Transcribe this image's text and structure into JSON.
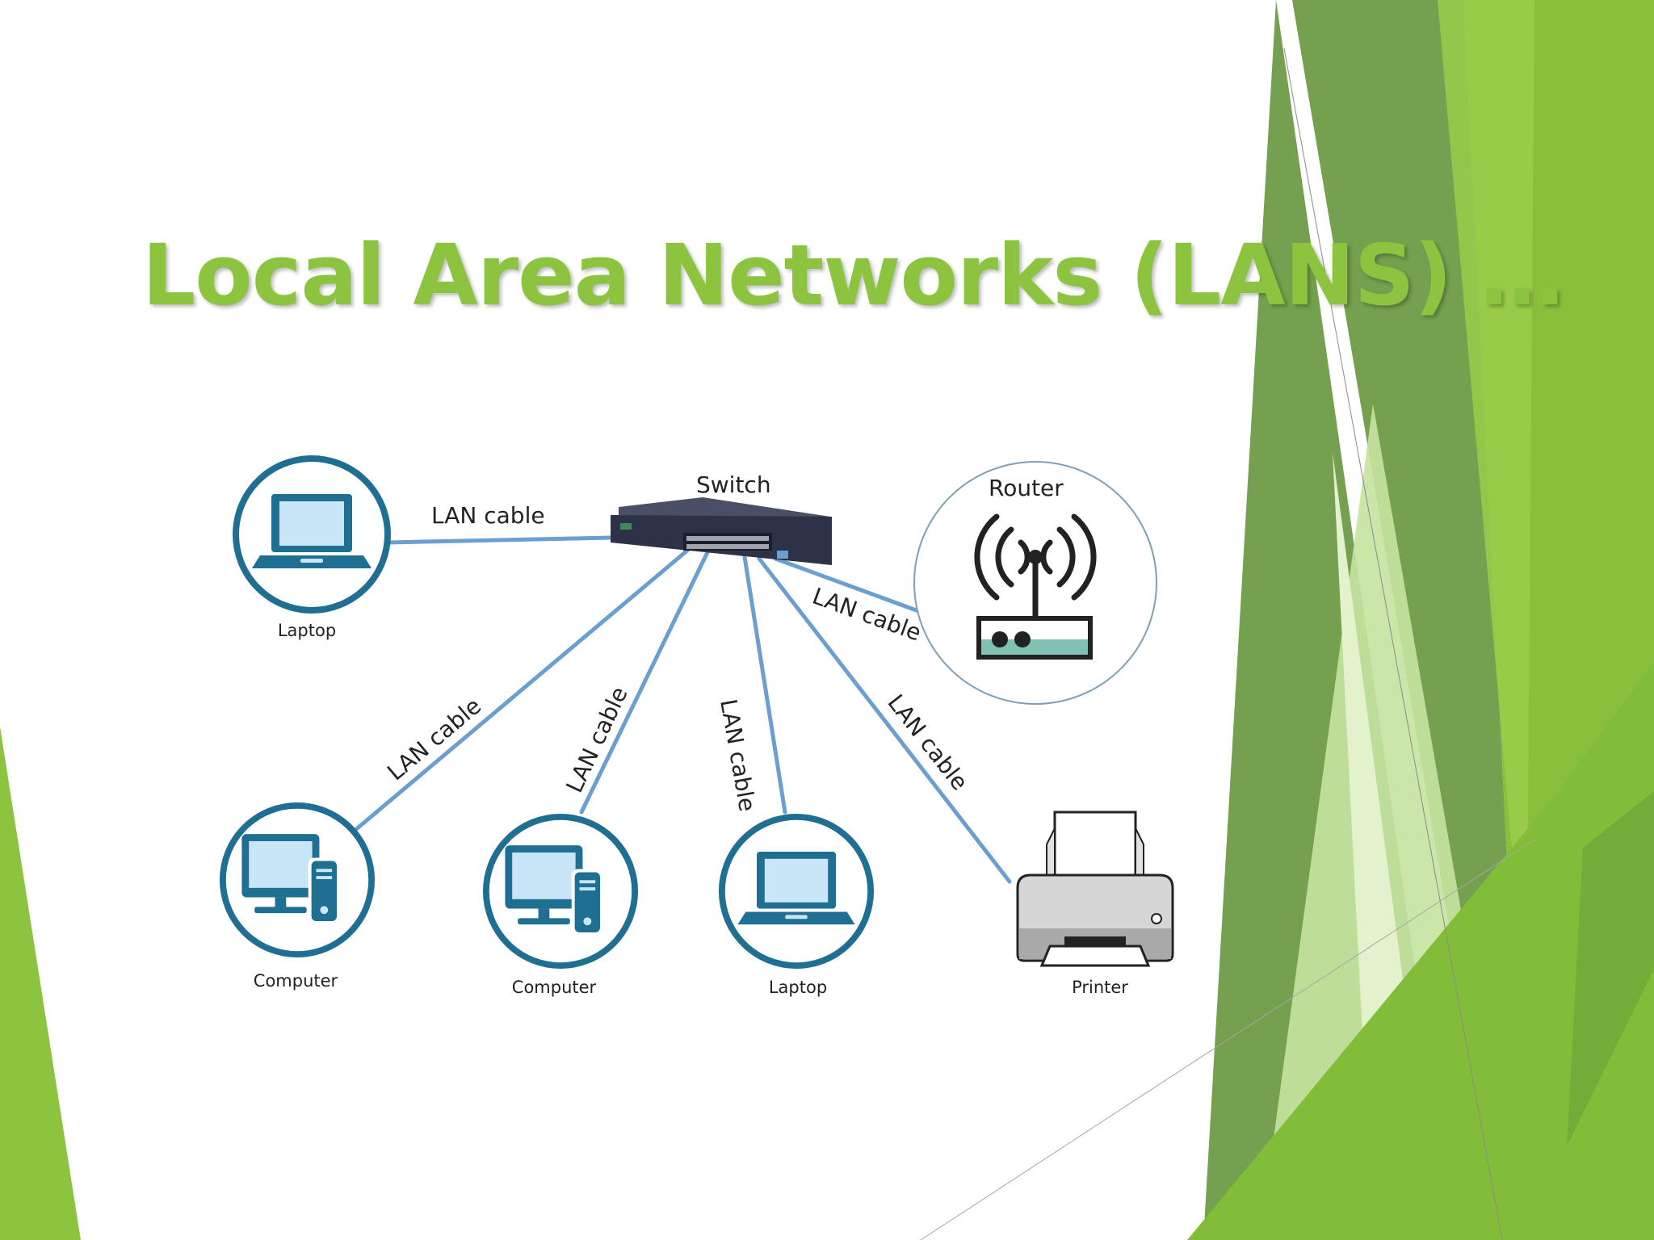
{
  "slide": {
    "title": "Local Area Networks (LANS) …",
    "title_color": "#8cc43f",
    "theme_greens": [
      "#74a04f",
      "#89bf3a",
      "#9bcc4b",
      "#c7e3a0",
      "#e3f1cd"
    ]
  },
  "diagram": {
    "cable_color": "#6a9fd0",
    "icon_color": "#1f6f92",
    "switch": {
      "label": "Switch",
      "icon": "network-switch-icon"
    },
    "router": {
      "label": "Router",
      "icon": "wireless-router-icon"
    },
    "devices": [
      {
        "label": "Laptop",
        "icon": "laptop-icon"
      },
      {
        "label": "Computer",
        "icon": "desktop-computer-icon"
      },
      {
        "label": "Computer",
        "icon": "desktop-computer-icon"
      },
      {
        "label": "Laptop",
        "icon": "laptop-icon"
      },
      {
        "label": "Printer",
        "icon": "printer-icon"
      }
    ],
    "cables": [
      {
        "label": "LAN cable",
        "from": "Switch",
        "to": "Laptop"
      },
      {
        "label": "LAN cable",
        "from": "Switch",
        "to": "Router"
      },
      {
        "label": "LAN cable",
        "from": "Switch",
        "to": "Computer"
      },
      {
        "label": "LAN cable",
        "from": "Switch",
        "to": "Computer"
      },
      {
        "label": "LAN cable",
        "from": "Switch",
        "to": "Laptop"
      },
      {
        "label": "LAN cable",
        "from": "Switch",
        "to": "Printer"
      }
    ]
  }
}
